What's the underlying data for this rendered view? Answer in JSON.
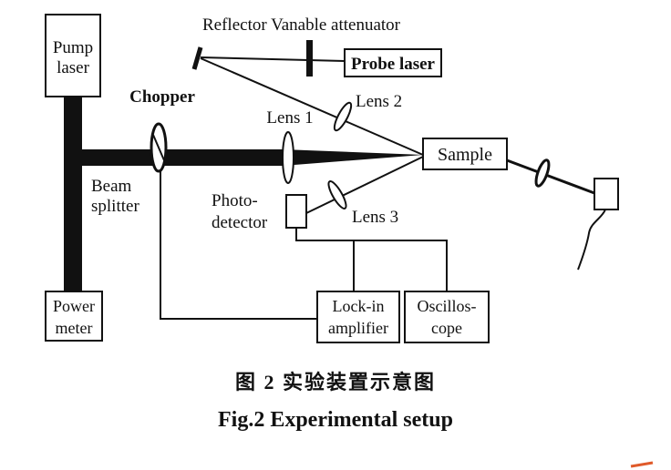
{
  "colors": {
    "ink": "#111111",
    "background": "#ffffff",
    "mark": "#e05a2a"
  },
  "labels": {
    "pump_laser": [
      "Pump",
      "laser"
    ],
    "reflector_attenuator": "Reflector Vanable attenuator",
    "probe_laser": "Probe laser",
    "chopper": "Chopper",
    "lens1": "Lens 1",
    "lens2": "Lens 2",
    "lens3": "Lens 3",
    "sample": "Sample",
    "beam_splitter": [
      "Beam",
      "splitter"
    ],
    "photodetector": [
      "Photo-",
      "detector"
    ],
    "power_meter": [
      "Power",
      "meter"
    ],
    "lockin": [
      "Lock-in",
      "amplifier"
    ],
    "oscilloscope": [
      "Oscillos-",
      "cope"
    ]
  },
  "caption": {
    "chinese": "图 2 实验装置示意图",
    "english": "Fig.2 Experimental setup"
  }
}
